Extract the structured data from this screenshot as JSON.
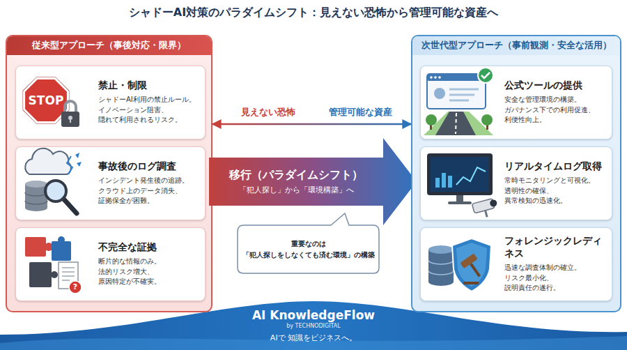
{
  "diagram": {
    "title": "シャドーAI対策のパラダイムシフト：見えない恐怖から管理可能な資産へ",
    "nodes": [
      {
        "text": [
          "従来型アプローチ（事後対応・限界）"
        ]
      },
      {
        "text": [
          "禁止・制限",
          "シャドーAI利用の禁止ルール。 イノベーション阻害、 隠れて利用されるリスク。"
        ],
        "in": 0
      },
      {
        "text": [
          "事故後のログ調査",
          "インシデント発生後の追跡。 クラウド上のデータ消失、 証拠保全が困難。"
        ],
        "in": 0
      },
      {
        "text": [
          "不完全な証拠",
          "断片的な情報のみ。 法的リスク増大、 原因特定が不確実。"
        ],
        "in": 0
      },
      {
        "text": [
          "移行（パラダイムシフト）",
          "「犯人探し」から「環境構築」へ"
        ]
      },
      {
        "text": [
          "重要なのは 「犯人探しをしなくても済む環境」の構築"
        ]
      },
      {
        "text": [
          "次世代型アプローチ（事前観測・安全な活用）"
        ]
      },
      {
        "text": [
          "公式ツールの提供",
          "安全な管理環境の構築。 ガバナンス下での利用促進、 利便性向上。"
        ],
        "in": 6
      },
      {
        "text": [
          "リアルタイムログ取得",
          "常時モニタリングと可視化。 透明性の確保、 異常検知の迅速化。"
        ],
        "in": 6
      },
      {
        "text": [
          "フォレンジックレディネス",
          "迅速な調査体制の確立。 リスク最小化、 説明責任の遂行。"
        ],
        "in": 6
      }
    ],
    "edges": [
      {
        "from": 0,
        "to": 6,
        "arrow": "both"
      }
    ],
    "labels": [
      "STOP",
      "?",
      "見えない恐怖",
      "管理可能な資産",
      "AI KnowledgeFlow",
      "by TECHNODIGITAL",
      "AIで 知識をビジネスへ。"
    ]
  }
}
